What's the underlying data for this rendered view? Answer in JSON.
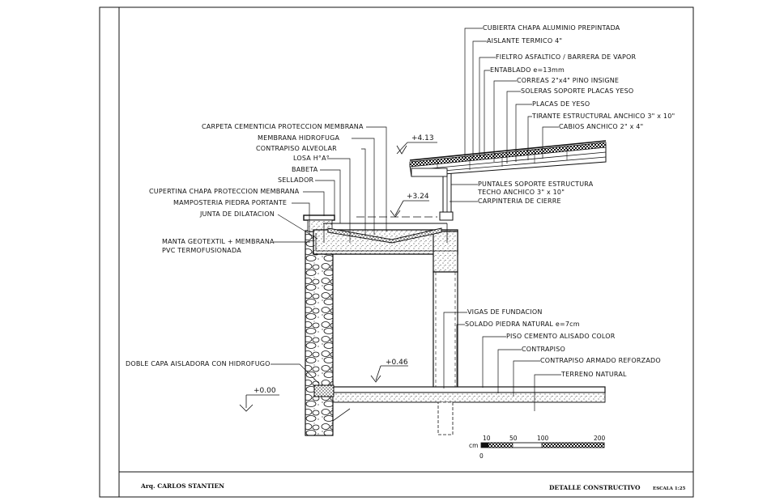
{
  "roof_labels": [
    "CUBIERTA CHAPA ALUMINIO PREPINTADA",
    "AISLANTE TERMICO 4\"",
    "FIELTRO ASFALTICO / BARRERA DE VAPOR",
    "ENTABLADO e=13mm",
    "CORREAS 2\"x4\" PINO INSIGNE",
    "SOLERAS SOPORTE PLACAS YESO",
    "PLACAS DE YESO",
    "TIRANTE ESTRUCTURAL ANCHICO 3\" x 10\"",
    "CABIOS ANCHICO 2\" x 4\""
  ],
  "left_labels": [
    "CARPETA CEMENTICIA PROTECCION MEMBRANA",
    "MEMBRANA HIDROFUGA",
    "CONTRAPISO ALVEOLAR",
    "LOSA H°A°",
    "BABETA",
    "SELLADOR",
    "CUPERTINA CHAPA PROTECCION MEMBRANA",
    "MAMPOSTERIA PIEDRA PORTANTE",
    "JUNTA DE DILATACION"
  ],
  "manta_label": [
    "MANTA GEOTEXTIL + MEMBRANA",
    "PVC TERMOFUSIONADA"
  ],
  "puntales_label": [
    "PUNTALES SOPORTE ESTRUCTURA",
    "TECHO ANCHICO 3\" x 10\""
  ],
  "carpinteria_label": "CARPINTERIA DE CIERRE",
  "floor_labels": [
    "VIGAS DE FUNDACION",
    "SOLADO PIEDRA NATURAL e=7cm",
    "PISO CEMENTO ALISADO COLOR",
    "CONTRAPISO",
    "CONTRAPISO ARMADO REFORZADO",
    "TERRENO NATURAL"
  ],
  "doble_capa_label": "DOBLE CAPA AISLADORA CON HIDROFUGO",
  "levels": {
    "l413": "+4.13",
    "l324": "+3.24",
    "l046": "+0.46",
    "l000": "+0.00"
  },
  "scale_bar": {
    "unit": "cm",
    "ticks": [
      "0",
      "10",
      "50",
      "100",
      "200"
    ]
  },
  "title_block": {
    "author": "Arq. CARLOS STANTIEN",
    "title": "DETALLE CONSTRUCTIVO",
    "scale": "ESCALA 1:25"
  }
}
